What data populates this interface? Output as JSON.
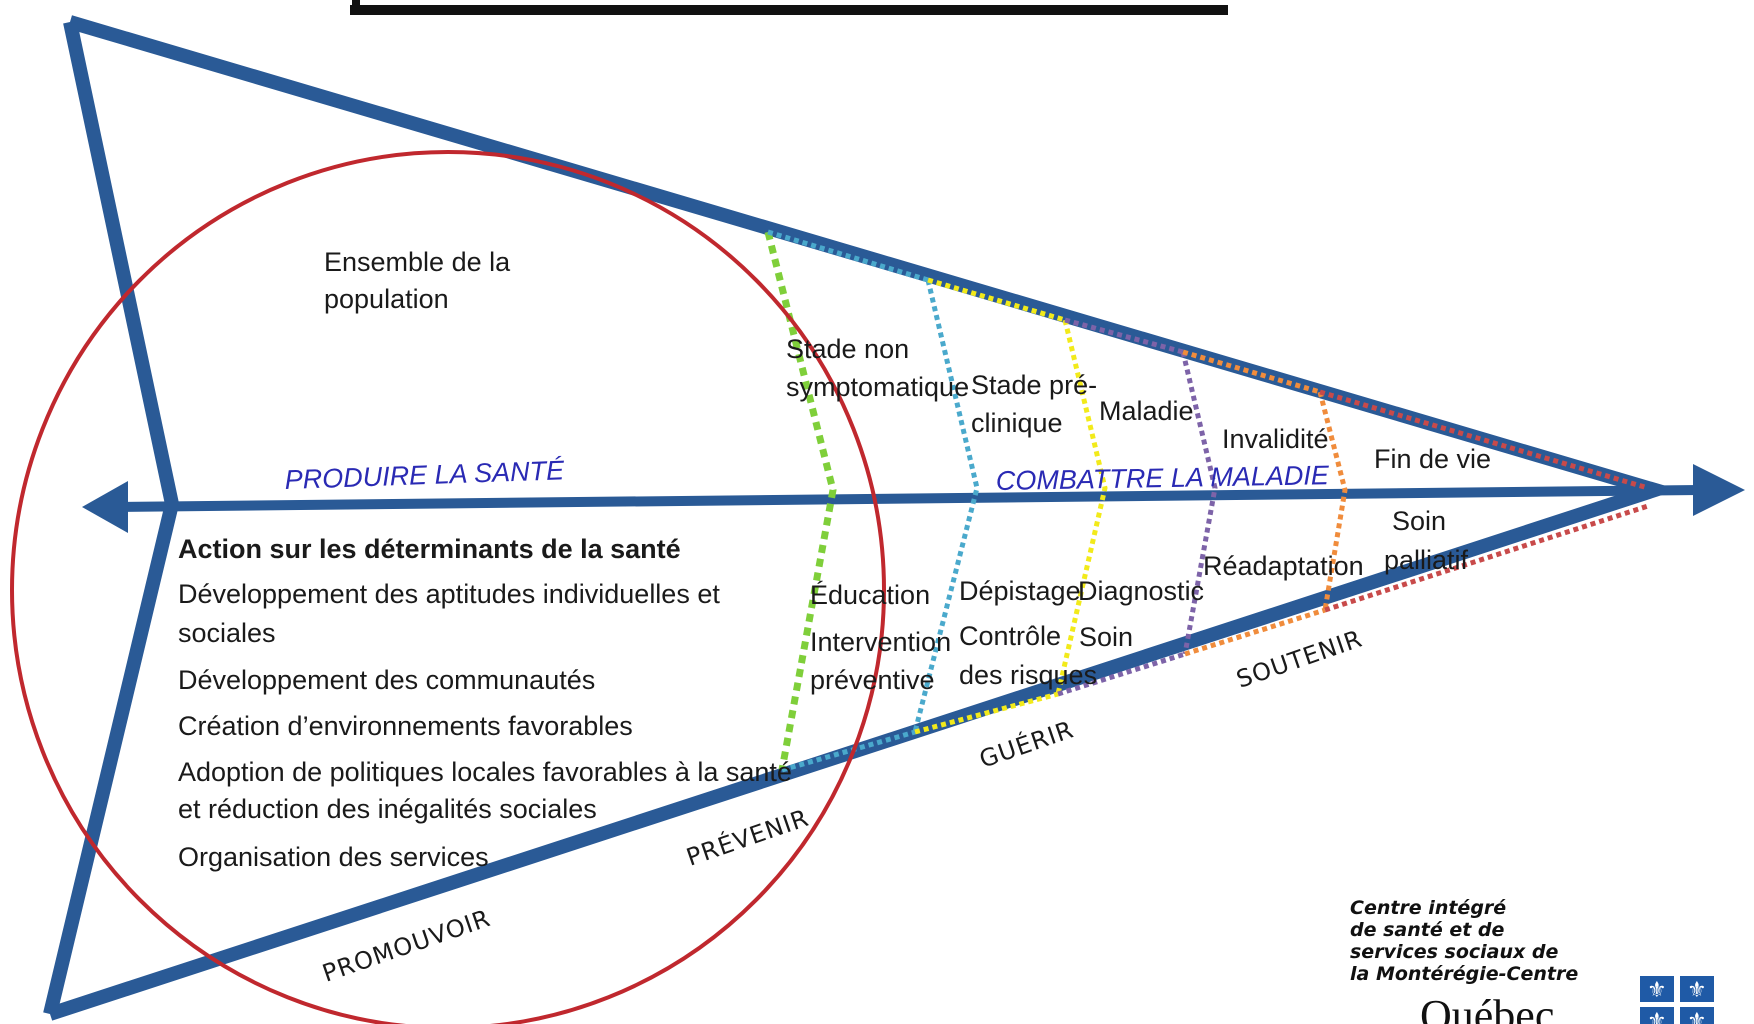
{
  "colors": {
    "frame": "#2a5a96",
    "axis_text": "#2a2ab4",
    "circle": "#c0282e",
    "stage_lines": [
      "#7fcf3a",
      "#4aa9cc",
      "#f2ea1a",
      "#7d63a8",
      "#f08c3c",
      "#c84a4a"
    ],
    "logo_blue": "#1f5aa6"
  },
  "population": [
    "Ensemble de la",
    "population"
  ],
  "axis": {
    "left": "PRODUIRE LA SANTÉ",
    "right": "COMBATTRE LA MALADIE"
  },
  "determinants": {
    "title": "Action sur les déterminants de la santé",
    "lines": [
      "Développement des aptitudes individuelles et",
      "sociales",
      "Développement des communautés",
      "Création d’environnements favorables",
      "Adoption de politiques locales favorables à la santé",
      "et réduction des inégalités sociales",
      "Organisation des services"
    ]
  },
  "stages": [
    {
      "lines": [
        "Stade non",
        "symptomatique"
      ]
    },
    {
      "lines": [
        "Stade pré-",
        "clinique"
      ]
    },
    {
      "lines": [
        "Maladie"
      ]
    },
    {
      "lines": [
        "Invalidité"
      ]
    },
    {
      "lines": [
        "Fin de vie"
      ]
    }
  ],
  "actions": {
    "education": "Éducation",
    "intervention": [
      "Intervention",
      "préventive"
    ],
    "depistage": "Dépistage",
    "controle": [
      "Contrôle",
      "des risques"
    ],
    "diagnostic": "Diagnostic",
    "soin": "Soin",
    "readaptation": "Réadaptation",
    "palliatif": [
      "Soin",
      "palliatif"
    ]
  },
  "verbs": [
    "PROMOUVOIR",
    "PRÉVENIR",
    "GUÉRIR",
    "SOUTENIR"
  ],
  "logo": {
    "lines": [
      "Centre intégré",
      "de santé et de",
      "services sociaux de",
      "la Montérégie-Centre"
    ],
    "wordmark": "Québec",
    "flag_icon": "fleur-de-lis-flag-icon"
  }
}
